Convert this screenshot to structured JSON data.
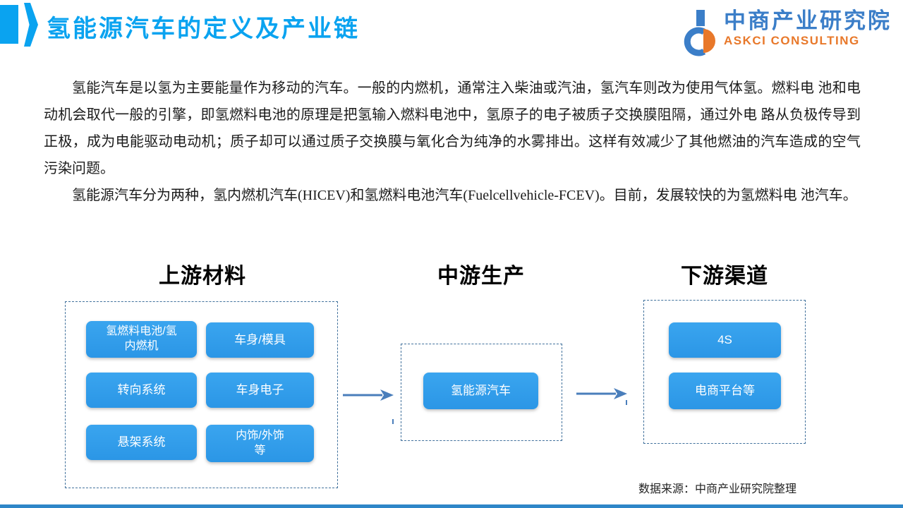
{
  "header": {
    "title": "氢能源汽车的定义及产业链",
    "logo": {
      "name_cn": "中商产业研究院",
      "name_en": "ASKCI CONSULTING"
    }
  },
  "body": {
    "paragraph1": "氢能汽车是以氢为主要能量作为移动的汽车。一般的内燃机，通常注入柴油或汽油，氢汽车则改为使用气体氢。燃料电 池和电动机会取代一般的引擎，即氢燃料电池的原理是把氢输入燃料电池中，氢原子的电子被质子交换膜阻隔，通过外电 路从负极传导到正极，成为电能驱动电动机；质子却可以通过质子交换膜与氧化合为纯净的水雾排出。这样有效减少了其他燃油的汽车造成的空气污染问题。",
    "paragraph2": "氢能源汽车分为两种，氢内燃机汽车(HICEV)和氢燃料电池汽车(Fuelcellvehicle-FCEV)。目前，发展较快的为氢燃料电 池汽车。"
  },
  "diagram": {
    "columns": [
      {
        "title": "上游材料",
        "items": [
          "氢燃料电池/氢\n内燃机",
          "车身/模具",
          "转向系统",
          "车身电子",
          "悬架系统",
          "内饰/外饰\n等"
        ]
      },
      {
        "title": "中游生产",
        "items": [
          "氢能源汽车"
        ]
      },
      {
        "title": "下游渠道",
        "items": [
          "4S",
          "电商平台等"
        ]
      }
    ]
  },
  "footer": {
    "source": "数据来源：中商产业研究院整理"
  },
  "colors": {
    "accent_blue": "#0aa3f0",
    "logo_blue": "#3b7ec8",
    "logo_orange": "#e8782a",
    "button_blue": "#2e9cea",
    "dashed_border": "#41719c",
    "arrow_blue": "#4a7ebb",
    "footer_bar_blue": "#2e86c8"
  }
}
